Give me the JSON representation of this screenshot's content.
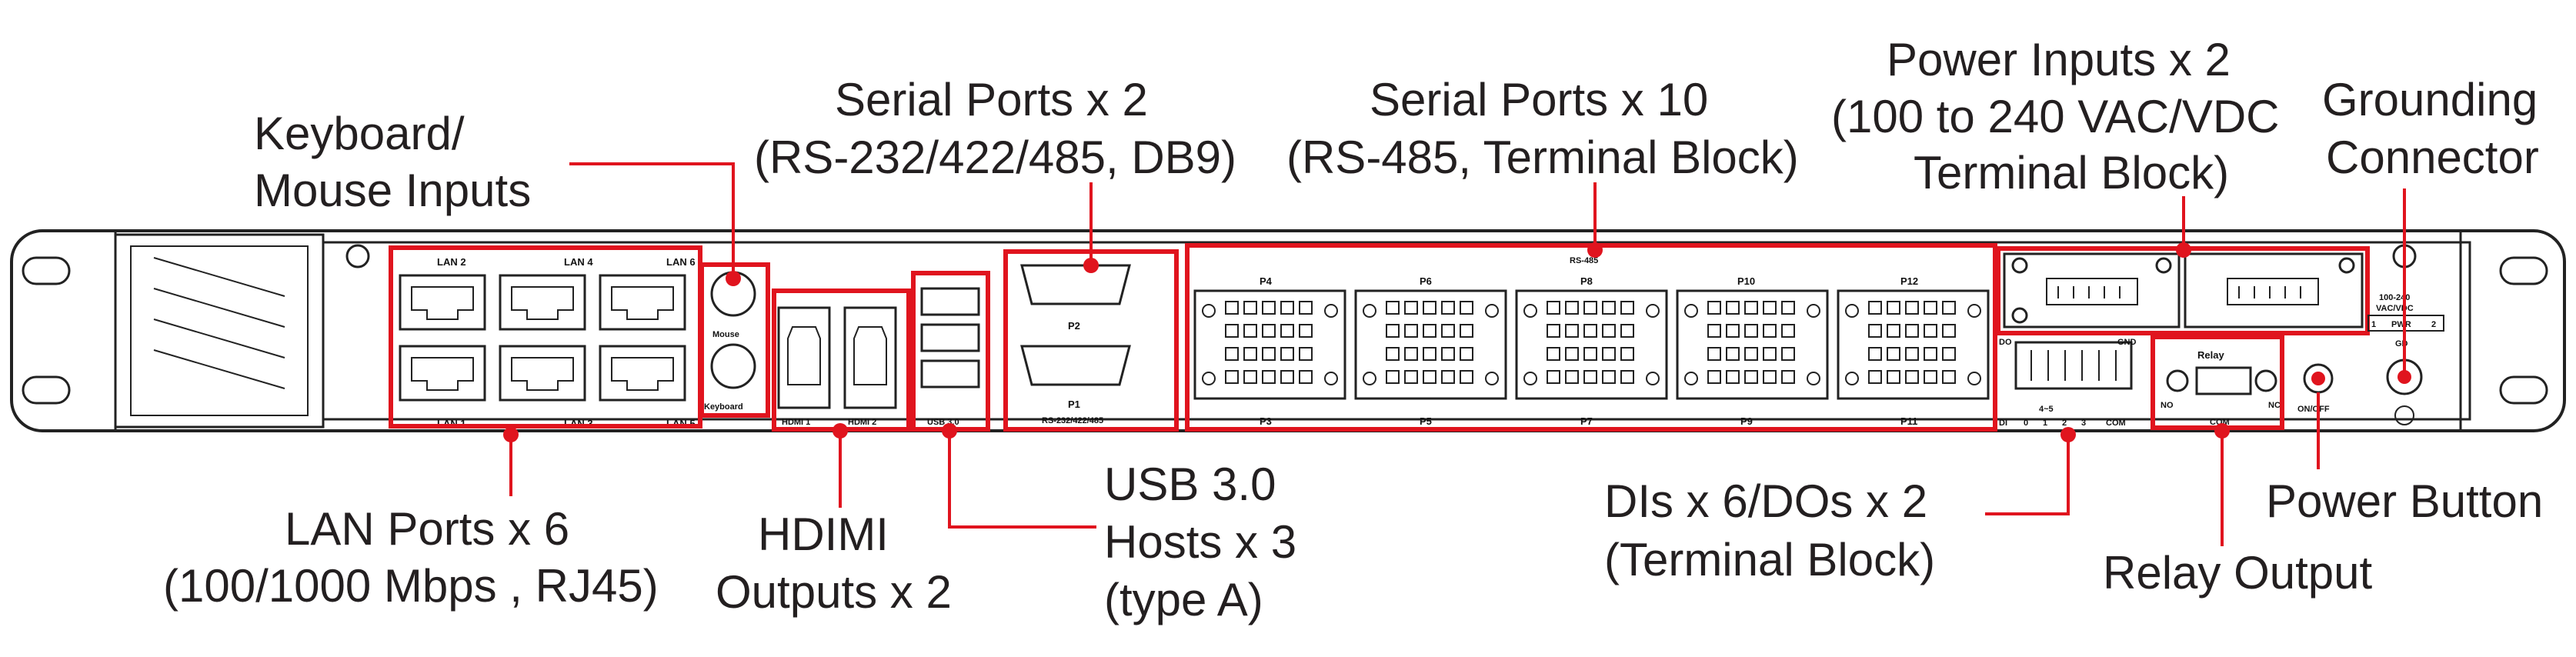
{
  "callouts": {
    "keyboard_mouse": [
      "Keyboard/",
      "Mouse Inputs"
    ],
    "serial2": [
      "Serial Ports x 2",
      "(RS-232/422/485, DB9)"
    ],
    "serial10": [
      "Serial Ports x 10",
      "(RS-485, Terminal Block)"
    ],
    "power_inputs": [
      "Power Inputs x 2",
      "(100 to 240 VAC/VDC",
      "Terminal Block)"
    ],
    "grounding": [
      "Grounding",
      "Connector"
    ],
    "lan": [
      "LAN Ports x 6",
      "(100/1000 Mbps , RJ45)"
    ],
    "hdmi": [
      "HDIMI",
      "Outputs x 2"
    ],
    "usb": [
      "USB 3.0",
      "Hosts x 3",
      "(type A)"
    ],
    "dio": [
      "DIs x 6/DOs x 2",
      "(Terminal Block)"
    ],
    "power_button": [
      "Power Button"
    ],
    "relay": [
      "Relay Output"
    ]
  },
  "panel": {
    "lan_top": [
      "LAN 2",
      "LAN 4",
      "LAN 6"
    ],
    "lan_bottom": [
      "LAN 1",
      "LAN 3",
      "LAN 5"
    ],
    "mouse": "Mouse",
    "keyboard": "Keyboard",
    "hdmi1": "HDMI 1",
    "hdmi2": "HDMI 2",
    "usb": "USB 3.0",
    "p2": "P2",
    "p1": "P1",
    "rs232": "RS-232/422/485",
    "rs485": "RS-485",
    "tb_top": [
      "P4",
      "P6",
      "P8",
      "P10",
      "P12"
    ],
    "tb_bottom": [
      "P3",
      "P5",
      "P7",
      "P9",
      "P11"
    ],
    "do_label": "DO",
    "gnd_label": "GND",
    "di_label": "DI",
    "di_numbers": [
      "0",
      "1",
      "2",
      "3"
    ],
    "di_range": "4~5",
    "com": "COM",
    "relay": "Relay",
    "no": "NO",
    "nc": "NC",
    "relay_com": "COM",
    "onoff": "ON/OFF",
    "pwr_spec": [
      "100-240",
      "VAC/VDC"
    ],
    "pwr": "PWR",
    "pwr_num": [
      "1",
      "2"
    ],
    "gd": "GD"
  },
  "colors": {
    "highlight": "#e0141e",
    "text": "#231f20",
    "outline": "#222222"
  }
}
